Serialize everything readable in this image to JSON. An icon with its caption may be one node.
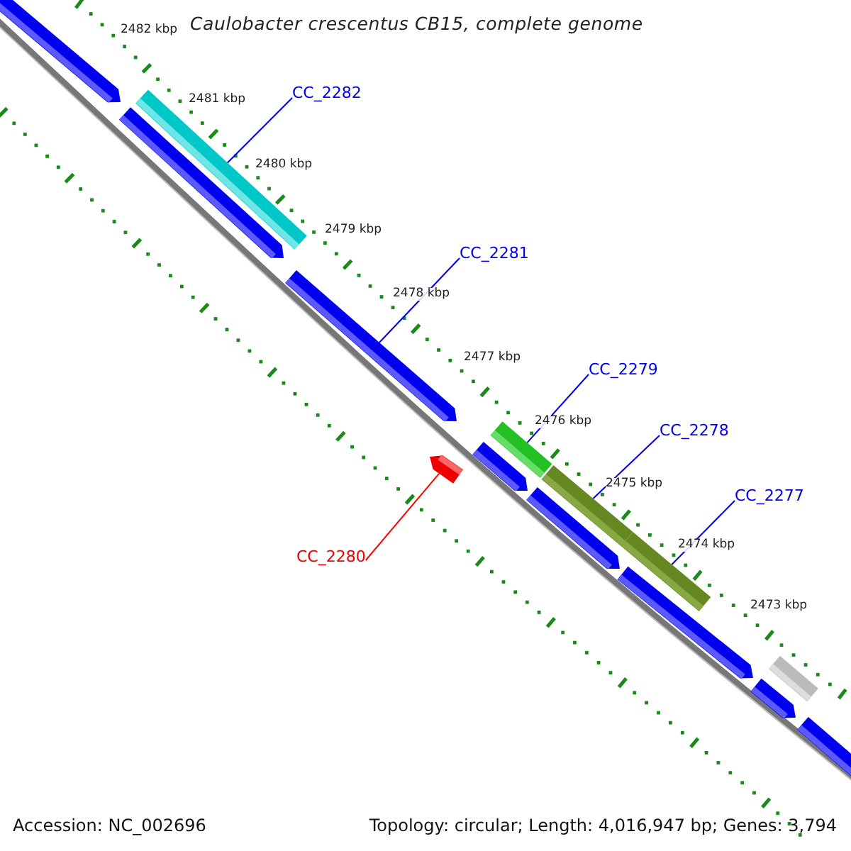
{
  "diagram": {
    "title": "Caulobacter crescentus CB15, complete genome",
    "nodes": [
      {
        "text": [
          "CC_2282"
        ]
      },
      {
        "text": [],
        "shape": "bar"
      },
      {
        "text": [
          "CC_2281"
        ]
      },
      {
        "text": [],
        "shape": "bar"
      },
      {
        "text": [
          "CC_2280"
        ]
      },
      {
        "text": [],
        "shape": "bar"
      },
      {
        "text": [
          "CC_2279"
        ]
      },
      {
        "text": [],
        "shape": "bar"
      },
      {
        "text": [
          "CC_2278"
        ]
      },
      {
        "text": [],
        "shape": "bar"
      },
      {
        "text": [
          "CC_2277"
        ]
      },
      {
        "text": [],
        "shape": "bar"
      }
    ],
    "edges": [
      {
        "from": 0,
        "to": 1,
        "arrow": "none"
      },
      {
        "from": 2,
        "to": 3,
        "arrow": "none"
      },
      {
        "from": 4,
        "to": 5,
        "arrow": "none",
        "color": "#ff0000"
      },
      {
        "from": 6,
        "to": 7,
        "arrow": "none"
      },
      {
        "from": 8,
        "to": 9,
        "arrow": "none"
      },
      {
        "from": 10,
        "to": 11,
        "arrow": "none"
      }
    ],
    "labels": [
      "2482 kbp",
      "2481 kbp",
      "2480 kbp",
      "2479 kbp",
      "2478 kbp",
      "2477 kbp",
      "2476 kbp",
      "2475 kbp",
      "2474 kbp",
      "2473 kbp",
      "Accession: NC_002696",
      "Topology: circular; Length: 4,016,947 bp; Genes: 3,794"
    ]
  }
}
